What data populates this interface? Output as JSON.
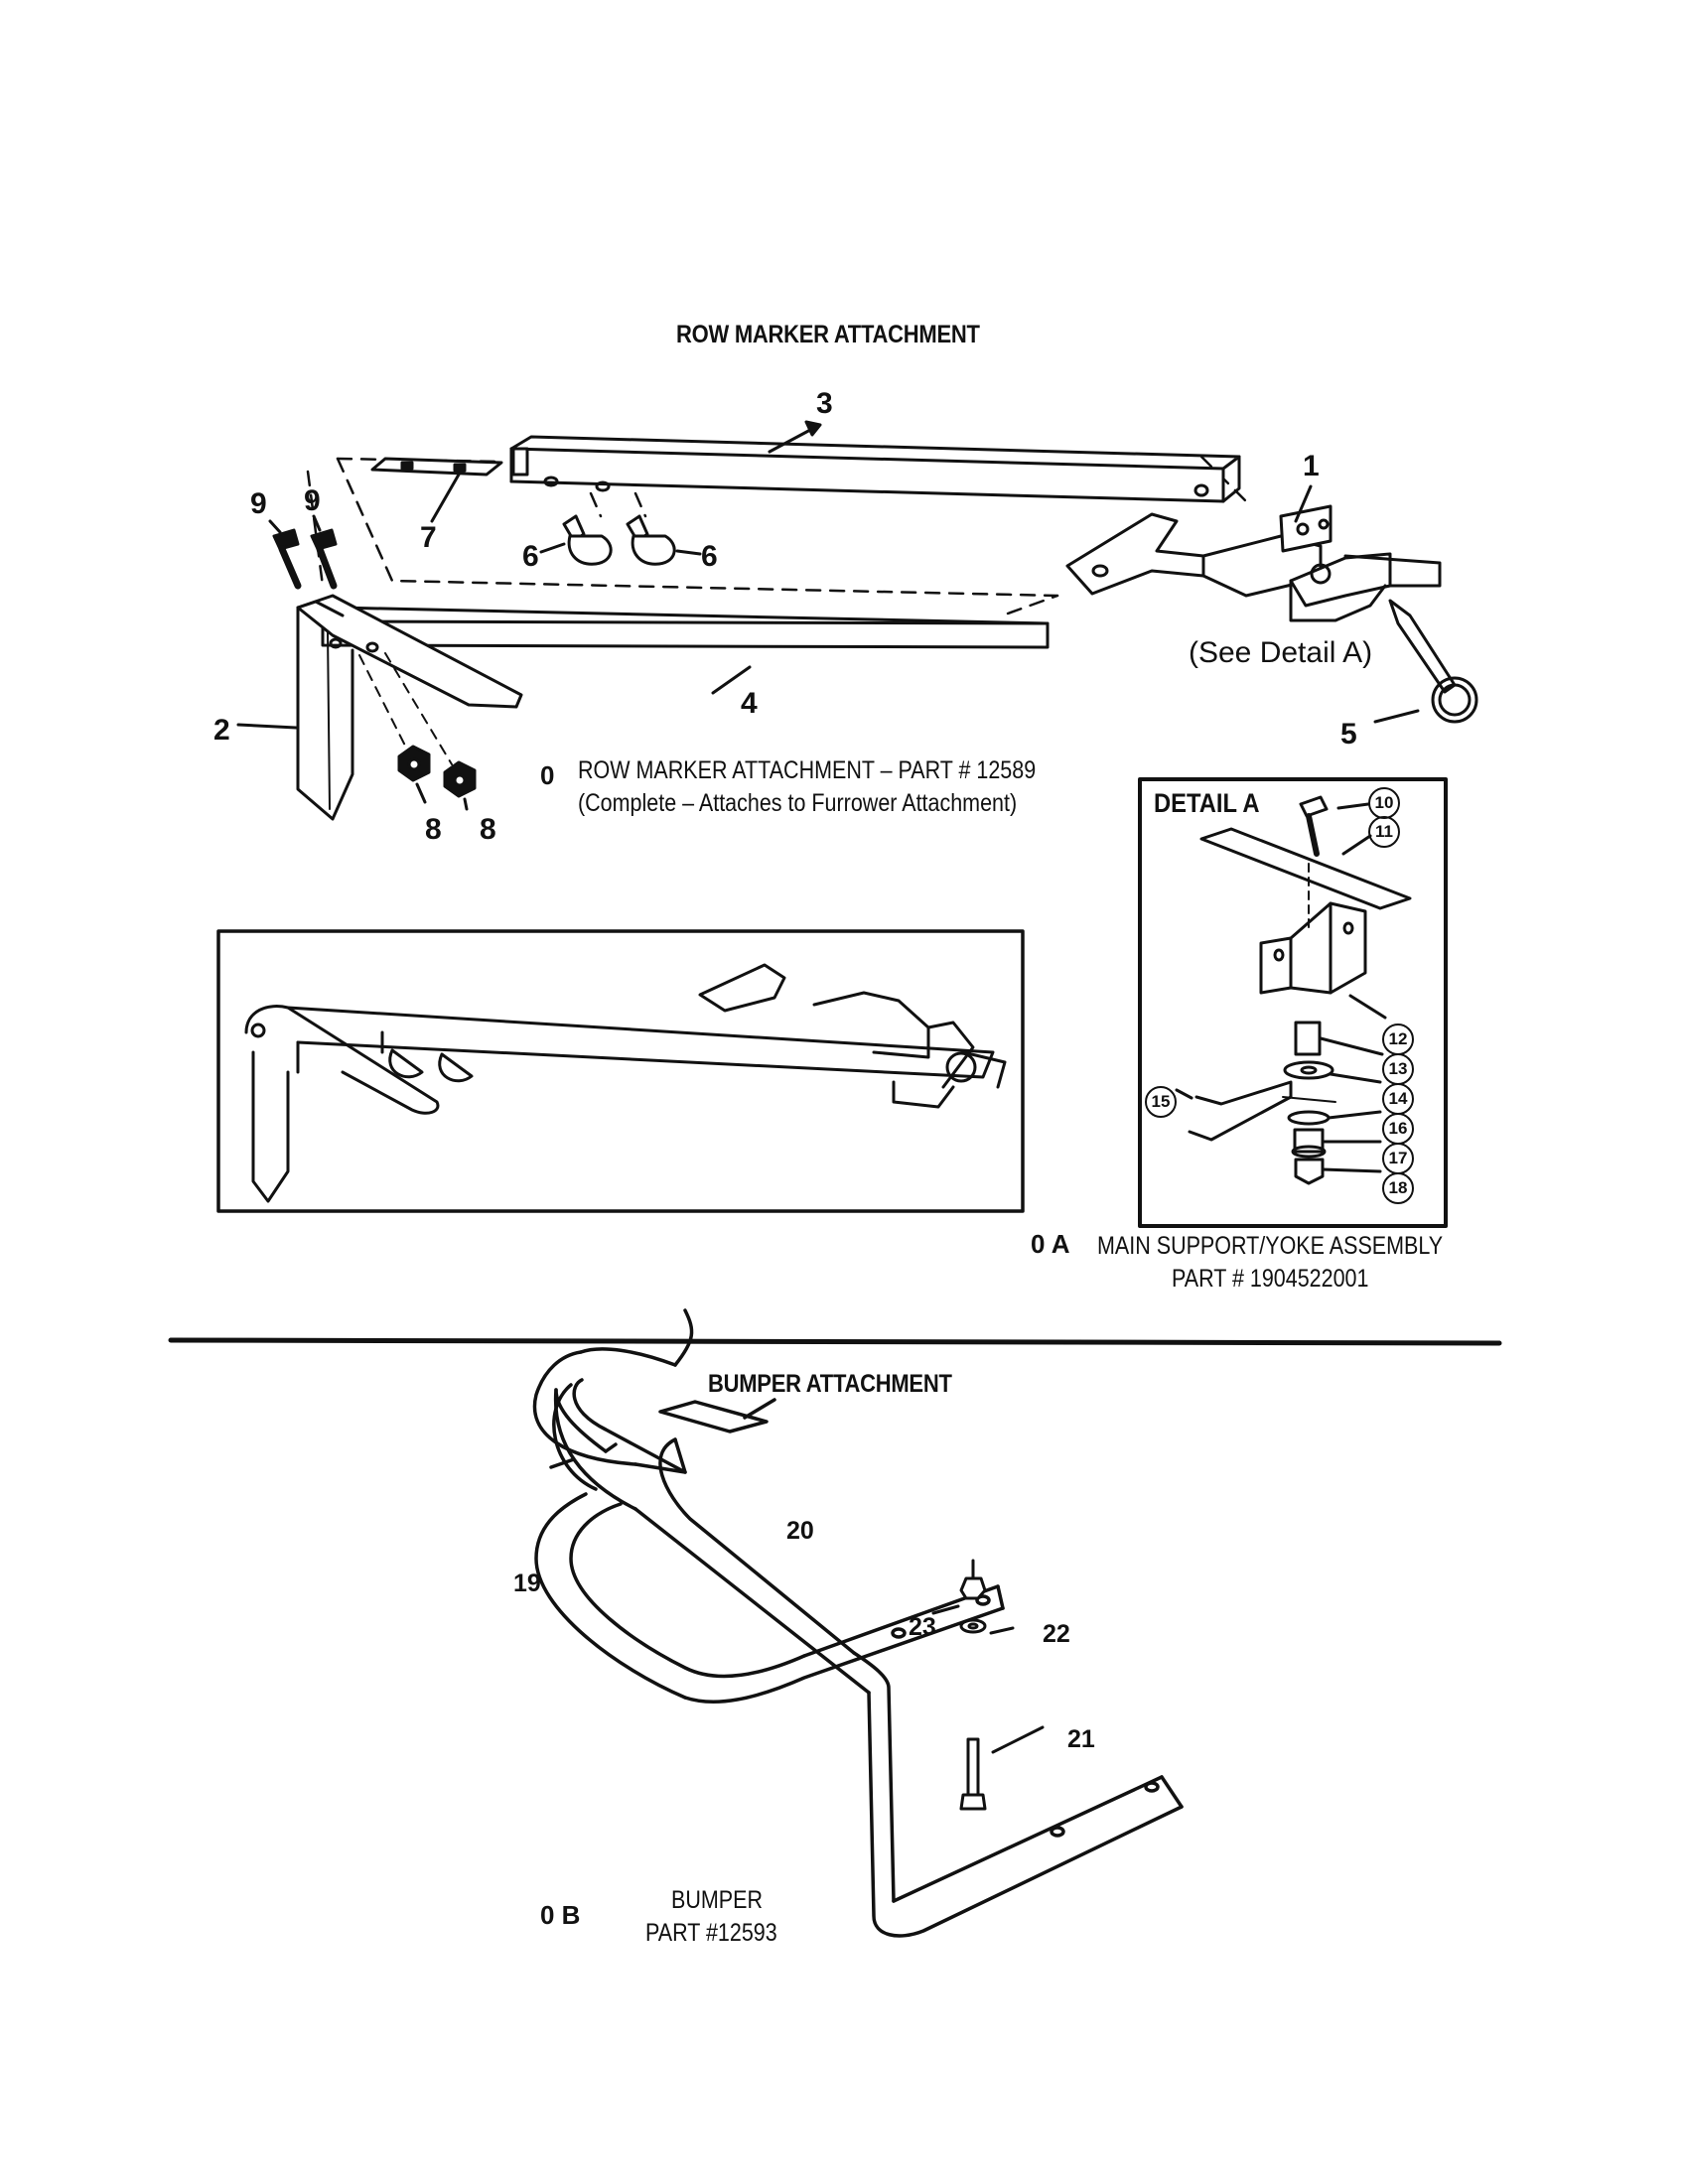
{
  "sections": {
    "row_marker_title": "ROW MARKER ATTACHMENT",
    "bumper_title": "BUMPER ATTACHMENT"
  },
  "callouts": {
    "c1": "1",
    "c2": "2",
    "c3": "3",
    "c4": "4",
    "c5": "5",
    "c6a": "6",
    "c6b": "6",
    "c7": "7",
    "c8a": "8",
    "c8b": "8",
    "c9a": "9",
    "c9b": "9",
    "c19": "19",
    "c20": "20",
    "c21": "21",
    "c22": "22",
    "c23": "23"
  },
  "see_detail": "(See Detail A)",
  "detail_a": {
    "title": "DETAIL A",
    "callouts": [
      "10",
      "11",
      "12",
      "13",
      "14",
      "15",
      "16",
      "17",
      "18"
    ]
  },
  "captions": {
    "row_marker": {
      "index": "0",
      "line1": "ROW MARKER ATTACHMENT – PART # 12589",
      "line2": "(Complete – Attaches to Furrower Attachment)"
    },
    "main_support": {
      "index": "0 A",
      "line1": "MAIN SUPPORT/YOKE ASSEMBLY",
      "line2": "PART # 1904522001"
    },
    "bumper": {
      "index": "0 B",
      "line1": "BUMPER",
      "line2": "PART #12593"
    }
  }
}
